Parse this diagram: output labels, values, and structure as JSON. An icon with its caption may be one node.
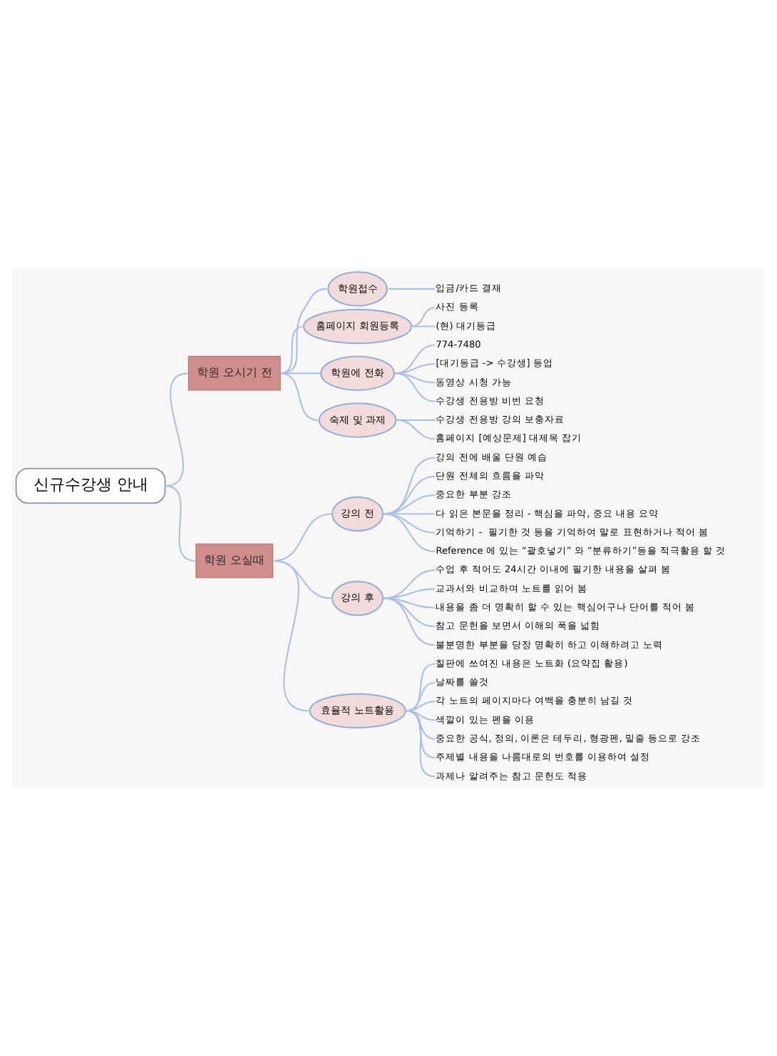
{
  "diagram": {
    "nodes": [
      {
        "text": [
          "신규수강생 안내"
        ]
      },
      {
        "text": [
          "학원 오시기 전"
        ]
      },
      {
        "text": [
          "학원접수"
        ]
      },
      {
        "text": [
          "입금/카드 결재"
        ]
      },
      {
        "text": [
          "홈페이지 회원등록"
        ]
      },
      {
        "text": [
          "사진 등록"
        ]
      },
      {
        "text": [
          "(현) 대기등급"
        ]
      },
      {
        "text": [
          "학원에 전화"
        ]
      },
      {
        "text": [
          "774-7480"
        ]
      },
      {
        "text": [
          "[대기등급 -> 수강생] 등업"
        ]
      },
      {
        "text": [
          "동영상 시청 가능"
        ]
      },
      {
        "text": [
          "수강생 전용방 비번 요청"
        ]
      },
      {
        "text": [
          "숙제 및 과제"
        ]
      },
      {
        "text": [
          "수강생 전용방 강의 보충자료"
        ]
      },
      {
        "text": [
          "홈페이지 [예상문제] 대제목 잡기"
        ]
      },
      {
        "text": [
          "학원 오실때"
        ]
      },
      {
        "text": [
          "강의 전"
        ]
      },
      {
        "text": [
          "강의 전에 배울 단원 예습"
        ]
      },
      {
        "text": [
          "단원 전체의 흐름을 파악"
        ]
      },
      {
        "text": [
          "중요한 부분 강조"
        ]
      },
      {
        "text": [
          "다 읽은 본문을 정리 - 핵심을 파악, 중요 내용 요약"
        ]
      },
      {
        "text": [
          "기억하기 -  필기한 것 등을 기억하여 말로 표현하거나 적어 봄"
        ]
      },
      {
        "text": [
          "Reference 에 있는 “괄호넣기” 와 “분류하기”등을 적극활용 할 것"
        ]
      },
      {
        "text": [
          "강의 후"
        ]
      },
      {
        "text": [
          "수업 후 적어도 24시간 이내에 필기한 내용을 살펴 봄"
        ]
      },
      {
        "text": [
          "교과서와 비교하며 노트를 읽어 봄"
        ]
      },
      {
        "text": [
          "내용을 좀 더 명확히 할 수 있는 핵심어구나 단어를 적어 봄"
        ]
      },
      {
        "text": [
          "참고 문헌을 보면서 이해의 폭을 넓힘"
        ]
      },
      {
        "text": [
          "불분명한 부분을 당장 명확히 하고 이해하려고 노력"
        ]
      },
      {
        "text": [
          "효율적 노트활용"
        ]
      },
      {
        "text": [
          "칠판에 쓰여진 내용은 노트화 (요약집 활용)"
        ]
      },
      {
        "text": [
          "날짜를 쓸것"
        ]
      },
      {
        "text": [
          "각 노트의 페이지마다 여백을 충분히 남길 것"
        ]
      },
      {
        "text": [
          "색깔이 있는 펜을 이용"
        ]
      },
      {
        "text": [
          "중요한 공식, 정의, 이론은 테두리, 형광펜, 밑줄 등으로 강조"
        ]
      },
      {
        "text": [
          "주제별 내용을 나름대로의 번호를 이용하여 설정"
        ]
      },
      {
        "text": [
          "과제나 알려주는 참고 문헌도 적용"
        ]
      }
    ],
    "edges": [
      {
        "from": 0,
        "to": 1,
        "arrow": "none"
      },
      {
        "from": 1,
        "to": 2,
        "arrow": "none"
      },
      {
        "from": 2,
        "to": 3,
        "arrow": "none"
      },
      {
        "from": 1,
        "to": 4,
        "arrow": "none"
      },
      {
        "from": 4,
        "to": 5,
        "arrow": "none"
      },
      {
        "from": 4,
        "to": 6,
        "arrow": "none"
      },
      {
        "from": 1,
        "to": 7,
        "arrow": "none"
      },
      {
        "from": 7,
        "to": 8,
        "arrow": "none"
      },
      {
        "from": 7,
        "to": 9,
        "arrow": "none"
      },
      {
        "from": 7,
        "to": 10,
        "arrow": "none"
      },
      {
        "from": 7,
        "to": 11,
        "arrow": "none"
      },
      {
        "from": 1,
        "to": 12,
        "arrow": "none"
      },
      {
        "from": 12,
        "to": 13,
        "arrow": "none"
      },
      {
        "from": 12,
        "to": 14,
        "arrow": "none"
      },
      {
        "from": 0,
        "to": 15,
        "arrow": "none"
      },
      {
        "from": 15,
        "to": 16,
        "arrow": "none"
      },
      {
        "from": 16,
        "to": 17,
        "arrow": "none"
      },
      {
        "from": 16,
        "to": 18,
        "arrow": "none"
      },
      {
        "from": 16,
        "to": 19,
        "arrow": "none"
      },
      {
        "from": 16,
        "to": 20,
        "arrow": "none"
      },
      {
        "from": 16,
        "to": 21,
        "arrow": "none"
      },
      {
        "from": 16,
        "to": 22,
        "arrow": "none"
      },
      {
        "from": 15,
        "to": 23,
        "arrow": "none"
      },
      {
        "from": 23,
        "to": 24,
        "arrow": "none"
      },
      {
        "from": 23,
        "to": 25,
        "arrow": "none"
      },
      {
        "from": 23,
        "to": 26,
        "arrow": "none"
      },
      {
        "from": 23,
        "to": 27,
        "arrow": "none"
      },
      {
        "from": 23,
        "to": 28,
        "arrow": "none"
      },
      {
        "from": 15,
        "to": 29,
        "arrow": "none"
      },
      {
        "from": 29,
        "to": 30,
        "arrow": "none"
      },
      {
        "from": 29,
        "to": 31,
        "arrow": "none"
      },
      {
        "from": 29,
        "to": 32,
        "arrow": "none"
      },
      {
        "from": 29,
        "to": 33,
        "arrow": "none"
      },
      {
        "from": 29,
        "to": 34,
        "arrow": "none"
      },
      {
        "from": 29,
        "to": 35,
        "arrow": "none"
      },
      {
        "from": 29,
        "to": 36,
        "arrow": "none"
      }
    ]
  }
}
